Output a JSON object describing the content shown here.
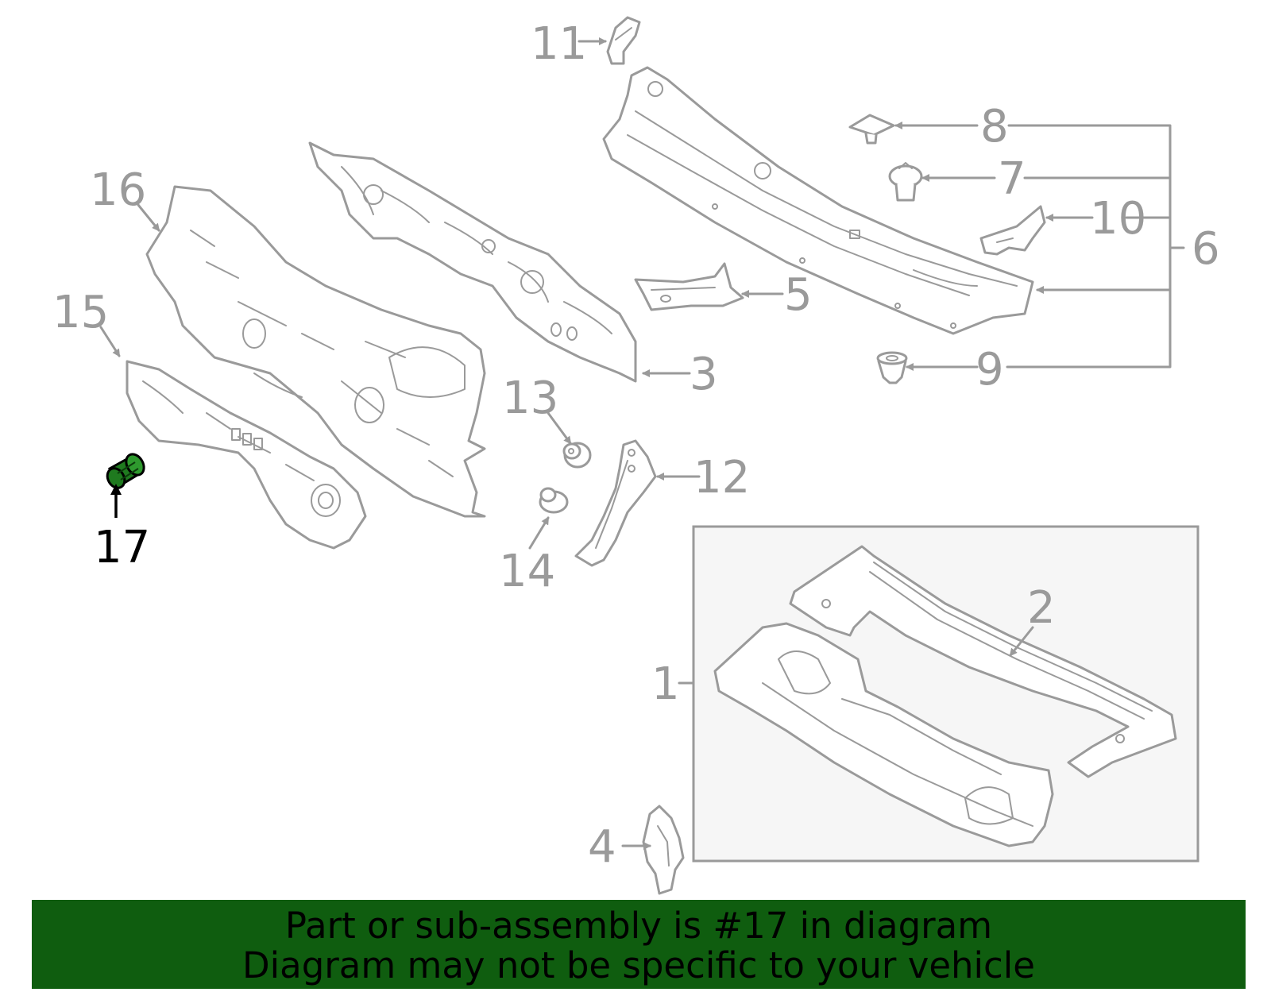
{
  "callouts": {
    "c1": "1",
    "c2": "2",
    "c3": "3",
    "c4": "4",
    "c5": "5",
    "c6": "6",
    "c7": "7",
    "c8": "8",
    "c9": "9",
    "c10": "10",
    "c11": "11",
    "c12": "12",
    "c13": "13",
    "c14": "14",
    "c15": "15",
    "c16": "16",
    "c17": "17"
  },
  "highlight": {
    "part": "17",
    "color": "#1f7a1f"
  },
  "banner": {
    "line1": "Part or sub-assembly is #17 in diagram",
    "line2": "Diagram may not be specific to your vehicle",
    "background": "#0f5d0f"
  }
}
